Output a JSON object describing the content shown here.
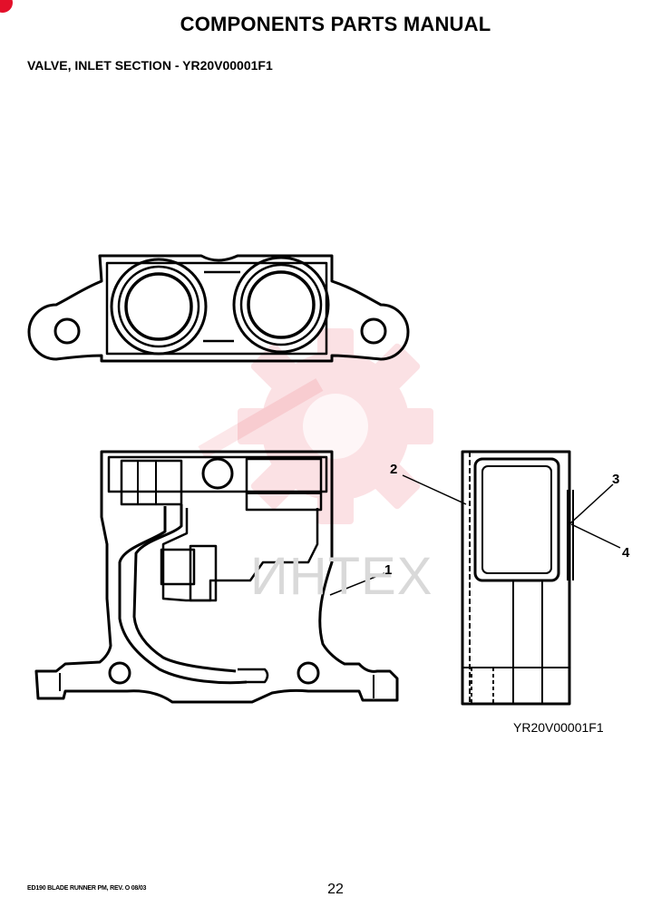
{
  "header": {
    "title": "COMPONENTS PARTS MANUAL",
    "section": "VALVE, INLET SECTION - YR20V00001F1"
  },
  "figure": {
    "reference": "YR20V00001F1",
    "callouts": [
      "1",
      "2",
      "3",
      "4"
    ],
    "watermark_text": "ИНТЕХ",
    "watermark_color": "#e3102a"
  },
  "footer": {
    "doc_ref": "ED190 BLADE RUNNER PM, REV. O 08/03",
    "page": "22"
  }
}
